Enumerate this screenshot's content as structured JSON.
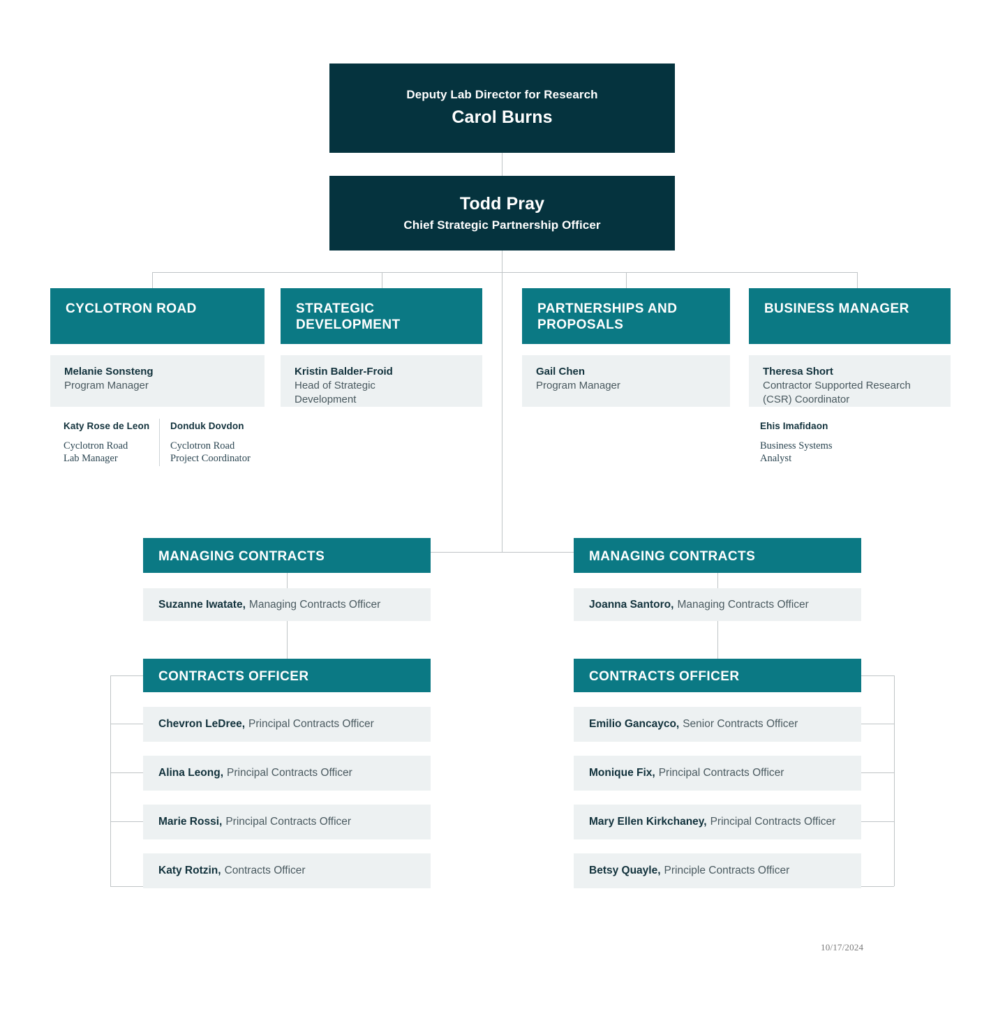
{
  "top": {
    "director": {
      "role": "Deputy Lab Director for Research",
      "name": "Carol Burns"
    },
    "officer": {
      "name": "Todd Pray",
      "role": "Chief Strategic Partnership Officer"
    }
  },
  "departments": [
    {
      "title": "CYCLOTRON ROAD",
      "lead_name": "Melanie Sonsteng",
      "lead_role": "Program Manager",
      "sub_entries": [
        {
          "name": "Katy Rose de Leon",
          "role": "Cyclotron Road\nLab Manager"
        },
        {
          "name": "Donduk Dovdon",
          "role": "Cyclotron Road\nProject Coordinator"
        }
      ]
    },
    {
      "title": "STRATEGIC DEVELOPMENT",
      "lead_name": "Kristin Balder-Froid",
      "lead_role": "Head of Strategic Development",
      "sub_entries": []
    },
    {
      "title": "PARTNERSHIPS AND PROPOSALS",
      "lead_name": "Gail Chen",
      "lead_role": "Program Manager",
      "sub_entries": []
    },
    {
      "title": "BUSINESS MANAGER",
      "lead_name": "Theresa Short",
      "lead_role": "Contractor Supported Research (CSR) Coordinator",
      "sub_entries": [
        {
          "name": "Ehis Imafidaon",
          "role": "Business Systems\nAnalyst"
        }
      ]
    }
  ],
  "contracts": {
    "left": {
      "managing_title": "MANAGING CONTRACTS",
      "manager_name": "Suzanne Iwatate,",
      "manager_role": "Managing Contracts Officer",
      "officer_title": "CONTRACTS OFFICER",
      "officers": [
        {
          "name": "Chevron LeDree,",
          "role": "Principal Contracts Officer"
        },
        {
          "name": "Alina Leong,",
          "role": "Principal Contracts Officer"
        },
        {
          "name": "Marie Rossi,",
          "role": "Principal Contracts Officer"
        },
        {
          "name": "Katy Rotzin,",
          "role": "Contracts Officer"
        }
      ]
    },
    "right": {
      "managing_title": "MANAGING CONTRACTS",
      "manager_name": "Joanna Santoro,",
      "manager_role": "Managing Contracts Officer",
      "officer_title": "CONTRACTS OFFICER",
      "officers": [
        {
          "name": "Emilio Gancayco,",
          "role": "Senior Contracts Officer"
        },
        {
          "name": "Monique Fix,",
          "role": "Principal Contracts Officer"
        },
        {
          "name": "Mary Ellen Kirkchaney,",
          "role": "Principal Contracts Officer"
        },
        {
          "name": "Betsy Quayle,",
          "role": "Principle Contracts Officer"
        }
      ]
    }
  },
  "footer": {
    "date": "10/17/2024"
  },
  "colors": {
    "navy": "#05333E",
    "teal": "#0B7984",
    "panel": "#EDF1F2",
    "line": "#BFC4C6"
  }
}
